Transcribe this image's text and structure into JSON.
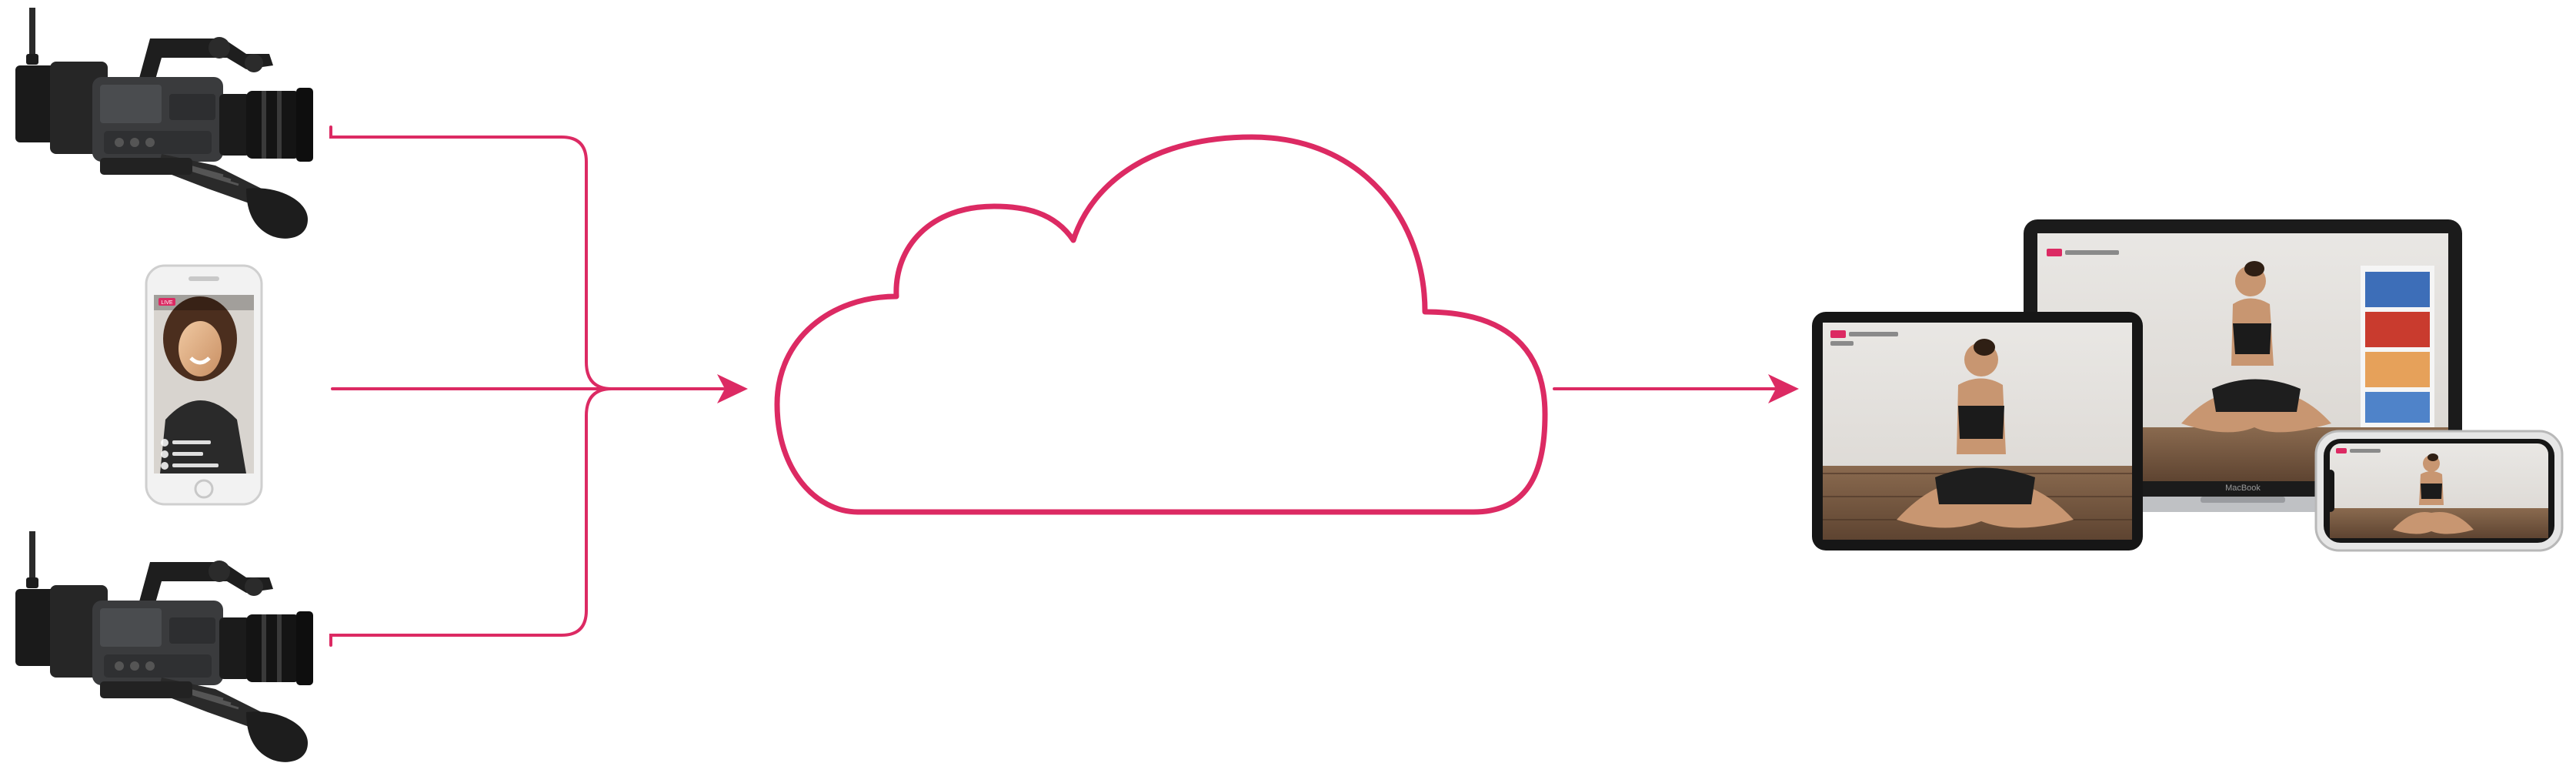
{
  "diagram": {
    "description_free": true,
    "accent_color": "#dc2a63",
    "sources": [
      {
        "id": "camera-top",
        "icon": "video-camera-icon"
      },
      {
        "id": "phone",
        "icon": "smartphone-icon"
      },
      {
        "id": "camera-bottom",
        "icon": "video-camera-icon"
      }
    ],
    "hub": {
      "icon": "cloud-icon"
    },
    "targets": [
      {
        "id": "tablet",
        "icon": "tablet-icon"
      },
      {
        "id": "laptop",
        "icon": "laptop-icon"
      },
      {
        "id": "phone-landscape",
        "icon": "smartphone-icon"
      }
    ],
    "laptop_brand": "MacBook",
    "live_badge": "LIVE"
  }
}
